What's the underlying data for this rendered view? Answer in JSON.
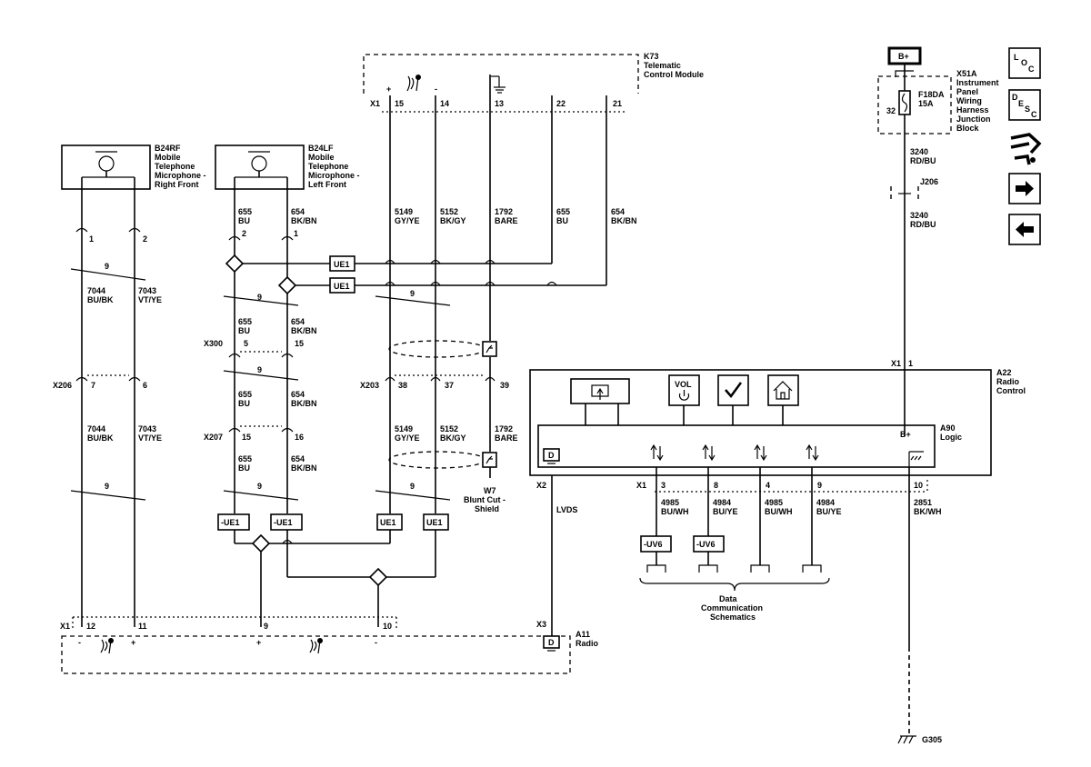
{
  "modules": {
    "k73": {
      "ref": "K73",
      "name_1": "Telematic",
      "name_2": "Control Module"
    },
    "x51a": {
      "ref": "X51A",
      "l1": "Instrument",
      "l2": "Panel",
      "l3": "Wiring",
      "l4": "Harness",
      "l5": "Junction",
      "l6": "Block"
    },
    "fuse": {
      "ref": "F18DA",
      "rating": "15A",
      "pin": "32"
    },
    "bplus": "B+",
    "b24rf": {
      "ref": "B24RF",
      "l1": "Mobile",
      "l2": "Telephone",
      "l3": "Microphone -",
      "l4": "Right Front"
    },
    "b24lf": {
      "ref": "B24LF",
      "l1": "Mobile",
      "l2": "Telephone",
      "l3": "Microphone -",
      "l4": "Left Front"
    },
    "a22": {
      "ref": "A22",
      "l1": "Radio",
      "l2": "Control"
    },
    "a90": {
      "ref": "A90",
      "l1": "Logic",
      "bplus": "B+"
    },
    "a11": {
      "ref": "A11",
      "l1": "Radio"
    },
    "w7": {
      "ref": "W7",
      "l1": "Blunt Cut -",
      "l2": "Shield"
    },
    "g305": "G305",
    "j206": "J206",
    "data_comm": {
      "l1": "Data",
      "l2": "Communication",
      "l3": "Schematics"
    },
    "lvds": "LVDS",
    "d": "D",
    "vol": "VOL"
  },
  "connectors": {
    "x1": "X1",
    "x2": "X2",
    "x3": "X3",
    "x206": "X206",
    "x207": "X207",
    "x300": "X300",
    "x203": "X203"
  },
  "pins": {
    "k73": [
      "15",
      "14",
      "13",
      "22",
      "21"
    ],
    "rf": [
      "1",
      "2"
    ],
    "lf": [
      "2",
      "1"
    ],
    "x206": [
      "7",
      "6"
    ],
    "x300": [
      "5",
      "15"
    ],
    "x207": [
      "15",
      "16"
    ],
    "x203": [
      "38",
      "37",
      "39"
    ],
    "x1_radio_ctrl": "1",
    "a22_x1": [
      "3",
      "8",
      "4",
      "9",
      "10"
    ],
    "a11_x1": [
      "12",
      "11",
      "9",
      "10"
    ],
    "twist": "9"
  },
  "wires": {
    "w5149": {
      "num": "5149",
      "col": "GY/YE"
    },
    "w5152": {
      "num": "5152",
      "col": "BK/GY"
    },
    "w1792": {
      "num": "1792",
      "col": "BARE"
    },
    "w655": {
      "num": "655",
      "col": "BU"
    },
    "w654": {
      "num": "654",
      "col": "BK/BN"
    },
    "w7044": {
      "num": "7044",
      "col": "BU/BK"
    },
    "w7043": {
      "num": "7043",
      "col": "VT/YE"
    },
    "w3240": {
      "num": "3240",
      "col": "RD/BU"
    },
    "w4985": {
      "num": "4985",
      "col": "BU/WH"
    },
    "w4984": {
      "num": "4984",
      "col": "BU/YE"
    },
    "w2851": {
      "num": "2851",
      "col": "BK/WH"
    }
  },
  "options": {
    "ue1": "UE1",
    "nue1": "-UE1",
    "nuv6": "-UV6"
  },
  "signs": {
    "plus": "+",
    "minus": "-"
  },
  "nav": {
    "loc": {
      "l": "L",
      "o": "O",
      "c": "C"
    },
    "desc": {
      "d": "D",
      "e": "E",
      "s": "S",
      "c": "C"
    }
  }
}
